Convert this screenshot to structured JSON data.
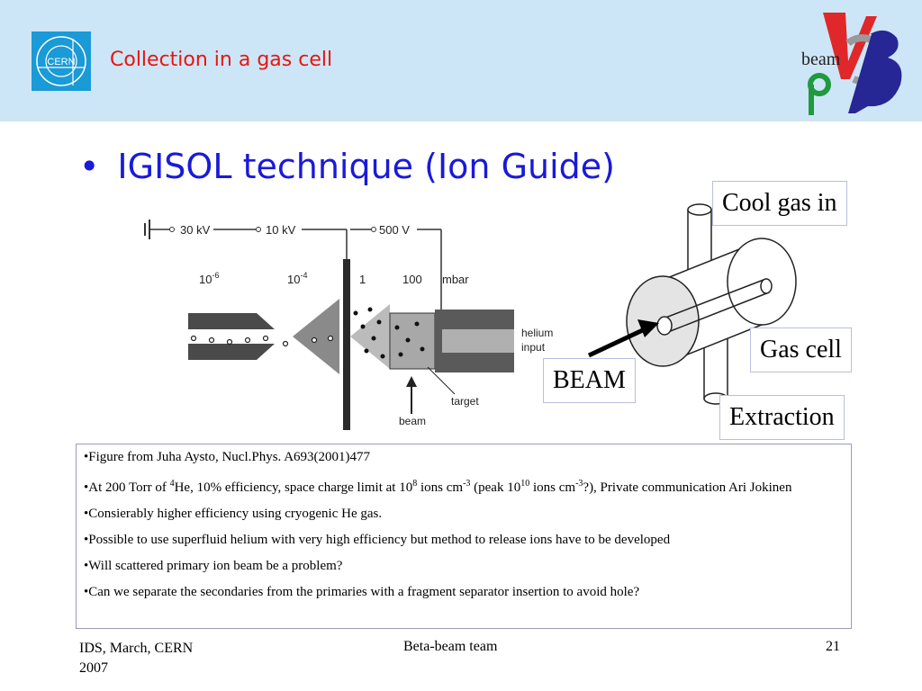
{
  "header": {
    "logo_cern_text": "CERN",
    "title": "Collection in a gas cell",
    "logo_beam_text": "beam"
  },
  "bullet": {
    "marker": "•",
    "text": "IGISOL technique (Ion Guide)"
  },
  "igisol_figure": {
    "voltages": [
      "30 kV",
      "10 kV",
      "500 V"
    ],
    "pressure_base": "10",
    "pressure_exp_1": "-6",
    "pressure_exp_2": "-4",
    "pressures": [
      "1",
      "100",
      "mbar"
    ],
    "helium_label": "helium",
    "input_label": "input",
    "target_label": "target",
    "beam_label": "beam"
  },
  "gas_cell_figure": {
    "cool_gas_in": "Cool gas in",
    "gas_cell": "Gas cell",
    "beam": "BEAM",
    "extraction": "Extraction"
  },
  "notes": {
    "line1": "•Figure from Juha Aysto, Nucl.Phys. A693(2001)477",
    "line2_a": "•At 200 Torr of ",
    "line2_sup1": "4",
    "line2_b": "He, 10% efficiency, space charge limit at 10",
    "line2_sup2": "8",
    "line2_c": " ions cm",
    "line2_sup3": "-3",
    "line2_d": " (peak 10",
    "line2_sup4": "10",
    "line2_e": " ions cm",
    "line2_sup5": "-3",
    "line2_f": "?), Private communication Ari Jokinen",
    "line3": "•Consierably higher efficiency using cryogenic He gas.",
    "line4": "•Possible to use superfluid helium with very high efficiency but method to release ions have to be developed",
    "line5": "•Will scattered primary ion beam be a problem?",
    "line6": "•Can we separate the secondaries from the primaries with a fragment separator insertion to avoid hole?"
  },
  "footer": {
    "left_line1": "IDS, March, CERN",
    "left_line2": "2007",
    "center": "Beta-beam team",
    "page_number": "21"
  },
  "colors": {
    "header_bg": "#cde6f7",
    "title_red": "#e8150f",
    "bullet_blue": "#1a1ad8",
    "cern_logo_blue": "#1a9ad6"
  }
}
